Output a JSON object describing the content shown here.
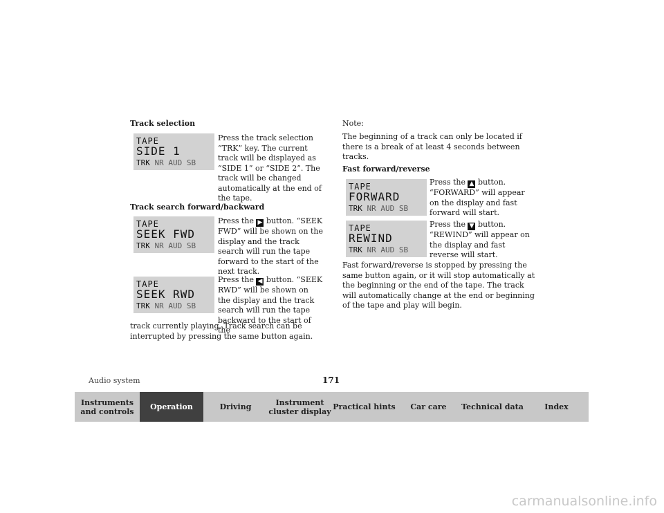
{
  "left": {
    "track_selection": {
      "heading": "Track selection",
      "display": {
        "line1": "TAPE",
        "line2": "SIDE 1",
        "trk": "TRK",
        "rest": "NR AUD SB"
      },
      "text": "Press the track selection “TRK” key. The current track will be displayed as “SIDE 1” or “SIDE 2”. The track will be changed automatically at the end of the tape."
    },
    "track_search": {
      "heading": "Track search forward/backward",
      "fwd_display": {
        "line1": "TAPE",
        "line2": "SEEK FWD",
        "trk": "TRK",
        "rest": "NR AUD SB"
      },
      "fwd_press": "Press the",
      "fwd_icon": "skip-forward-icon",
      "fwd_text_after": "button.",
      "fwd_text": "“SEEK FWD” will be shown on the display and the track search will run the tape forward to the start of the next track.",
      "rwd_display": {
        "line1": "TAPE",
        "line2": "SEEK RWD",
        "trk": "TRK",
        "rest": "NR AUD SB"
      },
      "rwd_press": "Press the",
      "rwd_icon": "skip-back-icon",
      "rwd_text_after": "button.",
      "rwd_text": "“SEEK RWD” will be shown on the display and the track search will run the tape backward to the start of the",
      "rwd_text_full": "track currently playing. Track search can be interrupted by pressing the same button again."
    }
  },
  "right": {
    "note_label": "Note:",
    "note_text": "The beginning of a track can only be located if there is a break of at least 4 seconds between tracks.",
    "ff": {
      "heading": "Fast forward/reverse",
      "fwd_display": {
        "line1": "TAPE",
        "line2": "FORWARD",
        "trk": "TRK",
        "rest": "NR AUD SB"
      },
      "fwd_press": "Press the",
      "fwd_text_after": "button.",
      "fwd_text": "“FORWARD” will appear on the display and fast forward will start.",
      "rew_display": {
        "line1": "TAPE",
        "line2": "REWIND",
        "trk": "TRK",
        "rest": "NR AUD SB"
      },
      "rew_press": "Press the",
      "rew_text_after": "button.",
      "rew_text": "“REWIND” will appear on the display and fast reverse will start.",
      "stop_text": "Fast forward/reverse is stopped by pressing the same button again, or it will stop automatically at the beginning or the end of the tape. The track will automatically change at the end or beginning of the tape and play will begin."
    }
  },
  "footer": {
    "section": "Audio system",
    "page": "171"
  },
  "nav": [
    {
      "label": "Instruments and controls",
      "active": false
    },
    {
      "label": "Operation",
      "active": true
    },
    {
      "label": "Driving",
      "active": false
    },
    {
      "label": "Instrument cluster display",
      "active": false
    },
    {
      "label": "Practical hints",
      "active": false
    },
    {
      "label": "Car care",
      "active": false
    },
    {
      "label": "Technical data",
      "active": false
    },
    {
      "label": "Index",
      "active": false
    }
  ],
  "watermark": "carmanualsonline.info"
}
